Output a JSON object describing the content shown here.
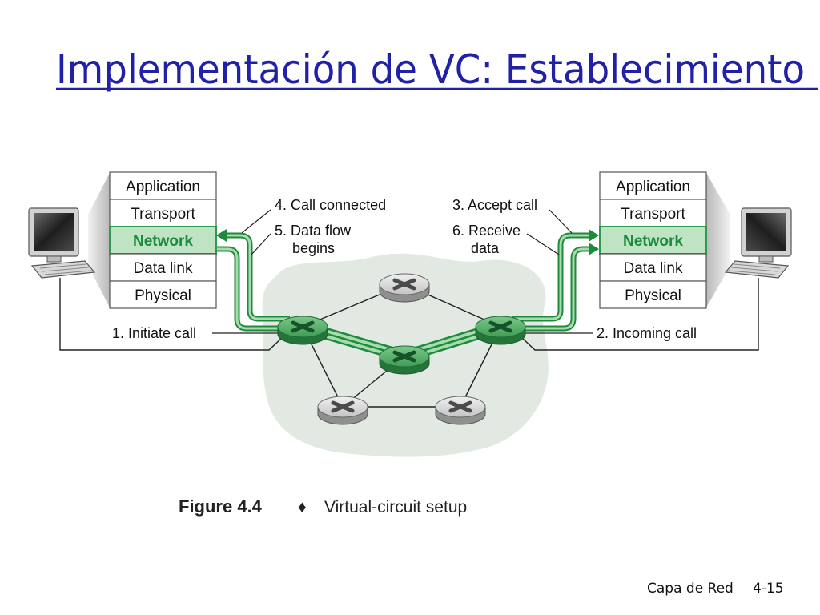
{
  "slide": {
    "title": "Implementación de VC: Establecimiento",
    "footer_section": "Capa de Red",
    "footer_page": "4-15"
  },
  "diagram": {
    "left_stack": [
      "Application",
      "Transport",
      "Network",
      "Data link",
      "Physical"
    ],
    "right_stack": [
      "Application",
      "Transport",
      "Network",
      "Data link",
      "Physical"
    ],
    "steps": {
      "initiate_call": "1. Initiate call",
      "incoming_call": "2. Incoming call",
      "accept_call": "3. Accept call",
      "call_connected": "4. Call connected",
      "data_flow_begins": [
        "5. Data flow",
        "begins"
      ],
      "receive_data": [
        "6. Receive",
        "data"
      ]
    },
    "caption": {
      "figure": "Figure 4.4",
      "separator": "♦",
      "text": "Virtual-circuit setup"
    }
  },
  "colors": {
    "title": "#2020a8",
    "vc_path": "#1f8a3c",
    "network_highlight": "#bfe4c4",
    "cloud": "#e2e8e2"
  }
}
